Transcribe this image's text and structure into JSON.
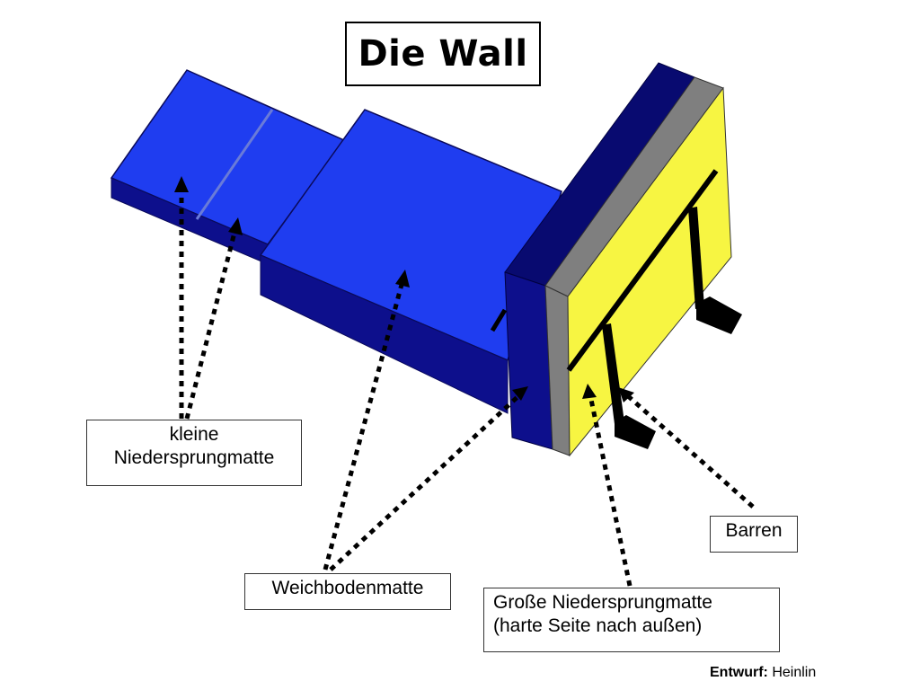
{
  "title": "Die Wall",
  "labels": {
    "kleine_line1": "kleine",
    "kleine_line2": "Niedersprungmatte",
    "weichbodenmatte": "Weichbodenmatte",
    "gross_line1": "Große Niedersprungmatte",
    "gross_line2": "(harte Seite nach außen)",
    "barren": "Barren"
  },
  "credit": {
    "label": "Entwurf:",
    "name": "Heinlin"
  },
  "colors": {
    "mat_top": "#1f3df0",
    "mat_side": "#0d0f8c",
    "wall_top": "#080a70",
    "wall_gray": "#7f7f7f",
    "wall_yellow": "#f7f542",
    "bar": "#000000"
  }
}
